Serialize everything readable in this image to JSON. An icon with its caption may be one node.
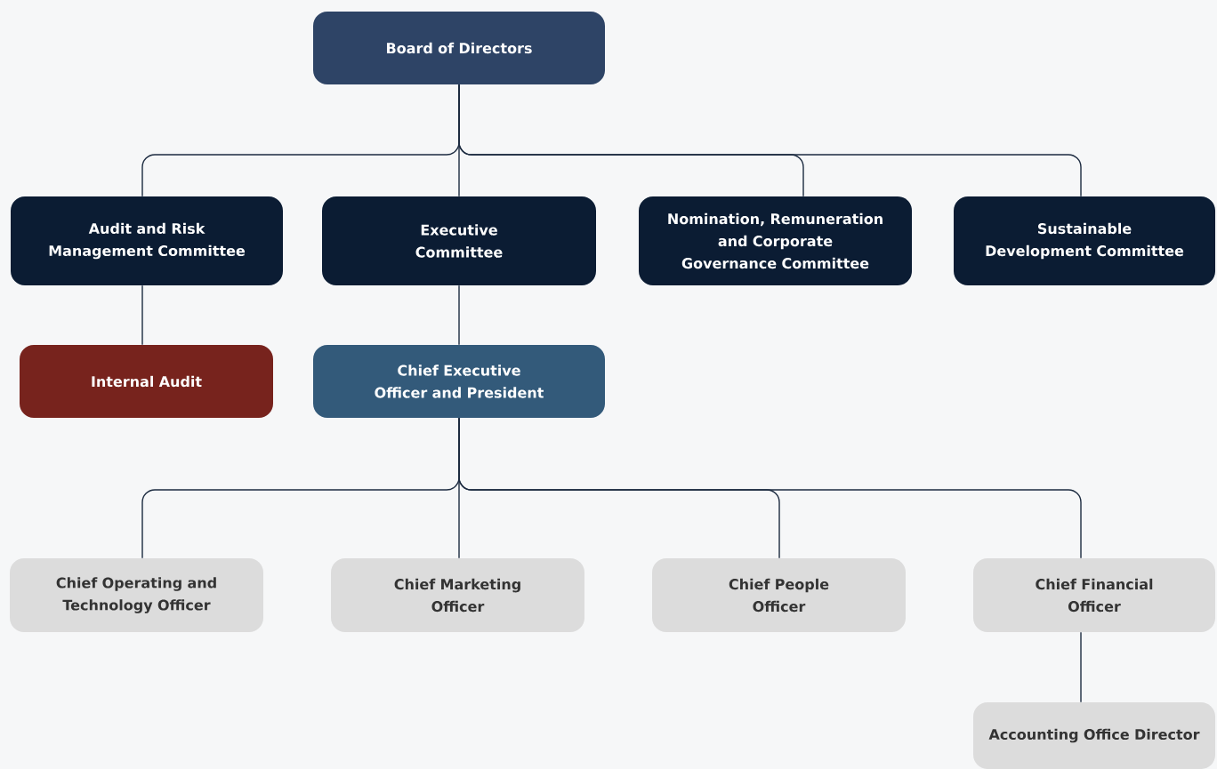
{
  "diagram": {
    "nodes": [
      {
        "text": [
          "Board of Directors"
        ]
      },
      {
        "text": [
          "Audit and Risk Management Committee"
        ]
      },
      {
        "text": [
          "Executive Committee"
        ]
      },
      {
        "text": [
          "Nomination, Remuneration and Corporate Governance Committee"
        ]
      },
      {
        "text": [
          "Sustainable Development Committee"
        ]
      },
      {
        "text": [
          "Internal Audit"
        ]
      },
      {
        "text": [
          "Chief Executive Officer and President"
        ]
      },
      {
        "text": [
          "Chief Operating and Technology Officer"
        ]
      },
      {
        "text": [
          "Chief Marketing Officer"
        ]
      },
      {
        "text": [
          "Chief People Officer"
        ]
      },
      {
        "text": [
          "Chief Financial Officer"
        ]
      },
      {
        "text": [
          "Accounting Office Director"
        ]
      }
    ],
    "edges": [
      {
        "from": 0,
        "to": 1,
        "arrow": "none"
      },
      {
        "from": 0,
        "to": 2,
        "arrow": "none"
      },
      {
        "from": 0,
        "to": 3,
        "arrow": "none"
      },
      {
        "from": 0,
        "to": 4,
        "arrow": "none"
      },
      {
        "from": 1,
        "to": 5,
        "arrow": "none"
      },
      {
        "from": 2,
        "to": 6,
        "arrow": "none"
      },
      {
        "from": 6,
        "to": 7,
        "arrow": "none"
      },
      {
        "from": 6,
        "to": 8,
        "arrow": "none"
      },
      {
        "from": 6,
        "to": 9,
        "arrow": "none"
      },
      {
        "from": 6,
        "to": 10,
        "arrow": "none"
      },
      {
        "from": 10,
        "to": 11,
        "arrow": "none"
      }
    ]
  }
}
